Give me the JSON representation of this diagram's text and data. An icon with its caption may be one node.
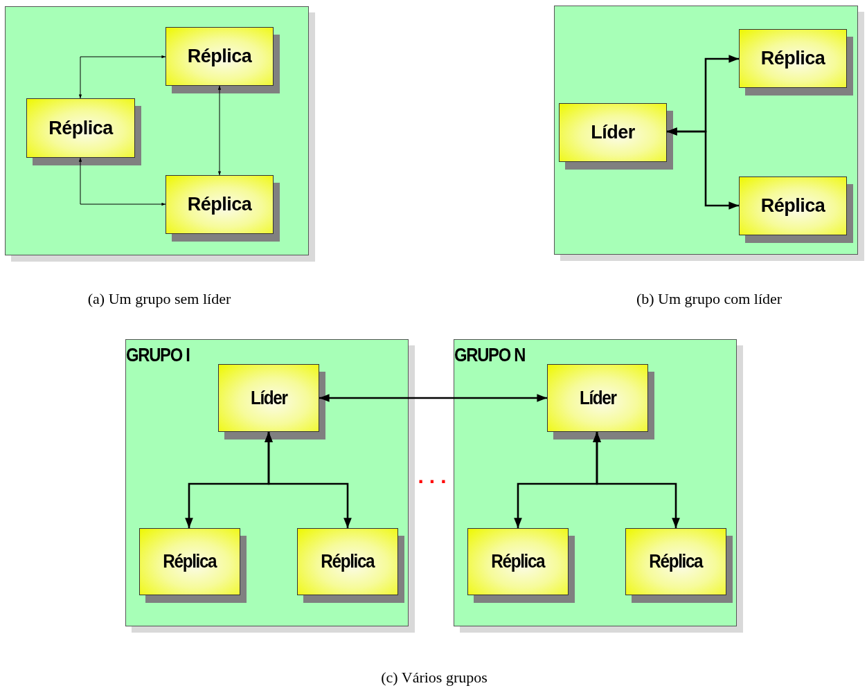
{
  "diagram": {
    "nodes": [
      {
        "text": [],
        "shape": "box"
      },
      {
        "text": [
          "Réplica"
        ],
        "in": 0
      },
      {
        "text": [
          "Réplica"
        ],
        "in": 0
      },
      {
        "text": [
          "Réplica"
        ],
        "in": 0
      },
      {
        "text": [],
        "shape": "box"
      },
      {
        "text": [
          "Líder"
        ],
        "in": 4
      },
      {
        "text": [
          "Réplica"
        ],
        "in": 4
      },
      {
        "text": [
          "Réplica"
        ],
        "in": 4
      },
      {
        "text": [
          "GRUPO I"
        ]
      },
      {
        "text": [
          "Líder"
        ],
        "in": 8
      },
      {
        "text": [
          "Réplica"
        ],
        "in": 8
      },
      {
        "text": [
          "Réplica"
        ],
        "in": 8
      },
      {
        "text": [
          "GRUPO N"
        ]
      },
      {
        "text": [
          "Líder"
        ],
        "in": 12
      },
      {
        "text": [
          "Réplica"
        ],
        "in": 12
      },
      {
        "text": [
          "Réplica"
        ],
        "in": 12
      }
    ],
    "edges": [
      {
        "from": 1,
        "to": 2,
        "arrow": "both"
      },
      {
        "from": 1,
        "to": 3,
        "arrow": "both"
      },
      {
        "from": 2,
        "to": 3,
        "arrow": "both"
      },
      {
        "from": 5,
        "to": 6,
        "arrow": "both"
      },
      {
        "from": 5,
        "to": 7,
        "arrow": "both"
      },
      {
        "from": 9,
        "to": 13,
        "arrow": "both"
      },
      {
        "from": 9,
        "to": 10,
        "arrow": "both"
      },
      {
        "from": 9,
        "to": 11,
        "arrow": "both"
      },
      {
        "from": 13,
        "to": 14,
        "arrow": "both"
      },
      {
        "from": 13,
        "to": 15,
        "arrow": "both"
      }
    ],
    "labels": [
      "(a) Um grupo sem líder",
      "(b) Um grupo com líder",
      "...",
      "(c) Vários grupos"
    ]
  }
}
